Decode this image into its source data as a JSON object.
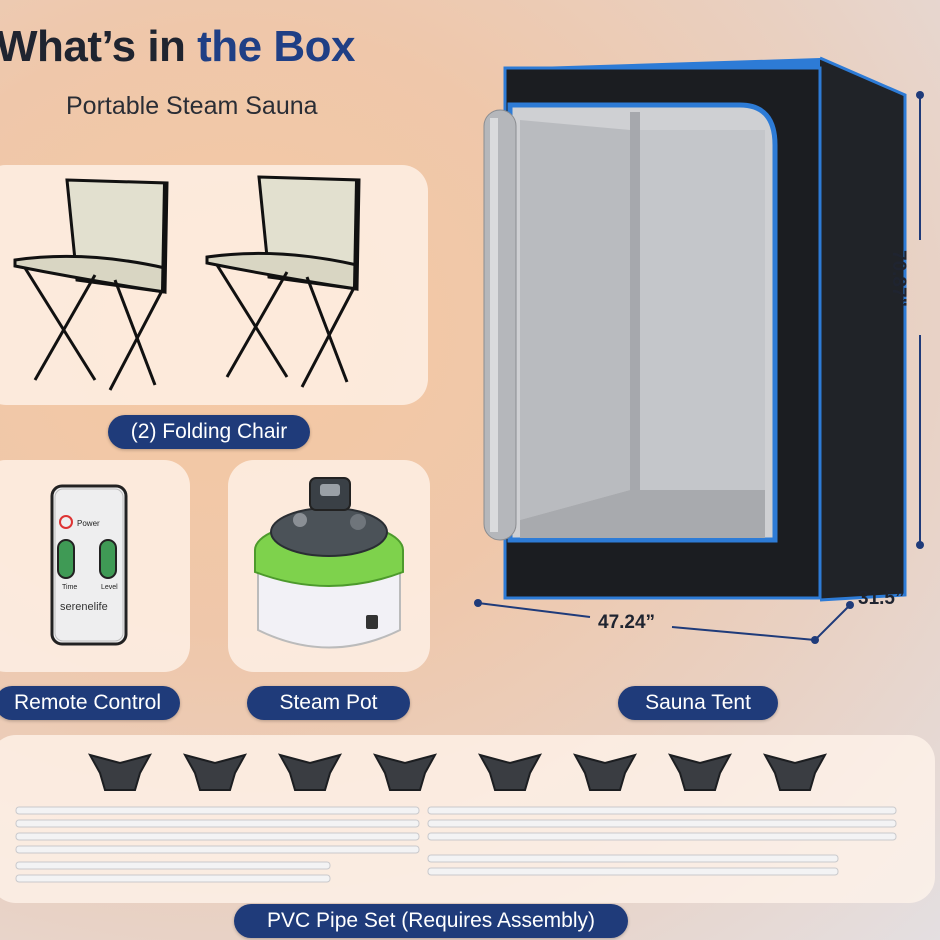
{
  "header": {
    "title_part1": "What’s in",
    "title_part2": "the Box",
    "subtitle": "Portable Steam Sauna"
  },
  "items": {
    "chairs": "(2) Folding Chair",
    "remote": "Remote Control",
    "steam_pot": "Steam Pot",
    "tent": "Sauna Tent",
    "pipes": "PVC Pipe Set (Requires Assembly)"
  },
  "remote": {
    "power_label": "Power",
    "time_label": "Time",
    "level_label": "Level",
    "brand": "serenelife"
  },
  "dimensions": {
    "width": "47.24”",
    "depth": "31.5”",
    "height": "70.87”"
  },
  "colors": {
    "accent_navy": "#1f3b7a",
    "title_blue": "#1f3f85",
    "tent_trim": "#2d7bd6",
    "pot_green": "#7ed24c"
  }
}
